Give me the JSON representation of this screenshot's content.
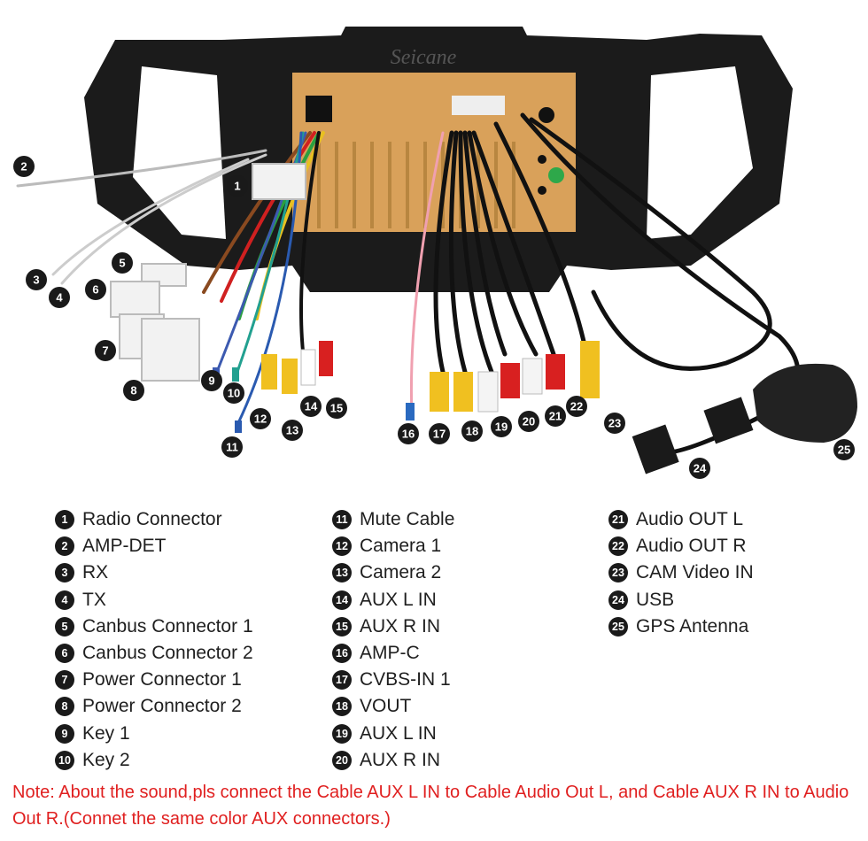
{
  "brand_watermark": "Seicane",
  "callouts": [
    "1",
    "2",
    "3",
    "4",
    "5",
    "6",
    "7",
    "8",
    "9",
    "10",
    "11",
    "12",
    "13",
    "14",
    "15",
    "16",
    "17",
    "18",
    "19",
    "20",
    "21",
    "22",
    "23",
    "24",
    "25"
  ],
  "legend": {
    "col1": [
      {
        "n": "1",
        "label": "Radio Connector"
      },
      {
        "n": "2",
        "label": "AMP-DET"
      },
      {
        "n": "3",
        "label": "RX"
      },
      {
        "n": "4",
        "label": "TX"
      },
      {
        "n": "5",
        "label": "Canbus Connector 1"
      },
      {
        "n": "6",
        "label": "Canbus Connector 2"
      },
      {
        "n": "7",
        "label": "Power Connector 1"
      },
      {
        "n": "8",
        "label": "Power Connector 2"
      },
      {
        "n": "9",
        "label": "Key 1"
      },
      {
        "n": "10",
        "label": "Key 2"
      }
    ],
    "col2": [
      {
        "n": "11",
        "label": "Mute Cable"
      },
      {
        "n": "12",
        "label": "Camera 1"
      },
      {
        "n": "13",
        "label": "Camera 2"
      },
      {
        "n": "14",
        "label": "AUX L IN"
      },
      {
        "n": "15",
        "label": "AUX R IN"
      },
      {
        "n": "16",
        "label": "AMP-C"
      },
      {
        "n": "17",
        "label": "CVBS-IN 1"
      },
      {
        "n": "18",
        "label": "VOUT"
      },
      {
        "n": "19",
        "label": "AUX L IN"
      },
      {
        "n": "20",
        "label": "AUX R IN"
      }
    ],
    "col3": [
      {
        "n": "21",
        "label": "Audio OUT L"
      },
      {
        "n": "22",
        "label": "Audio OUT R"
      },
      {
        "n": "23",
        "label": "CAM Video IN"
      },
      {
        "n": "24",
        "label": "USB"
      },
      {
        "n": "25",
        "label": "GPS Antenna"
      }
    ]
  },
  "note": "Note: About the sound,pls connect the Cable AUX L IN to Cable Audio Out L, and Cable AUX R IN to  Audio Out R.(Connet the same color AUX connectors.)"
}
